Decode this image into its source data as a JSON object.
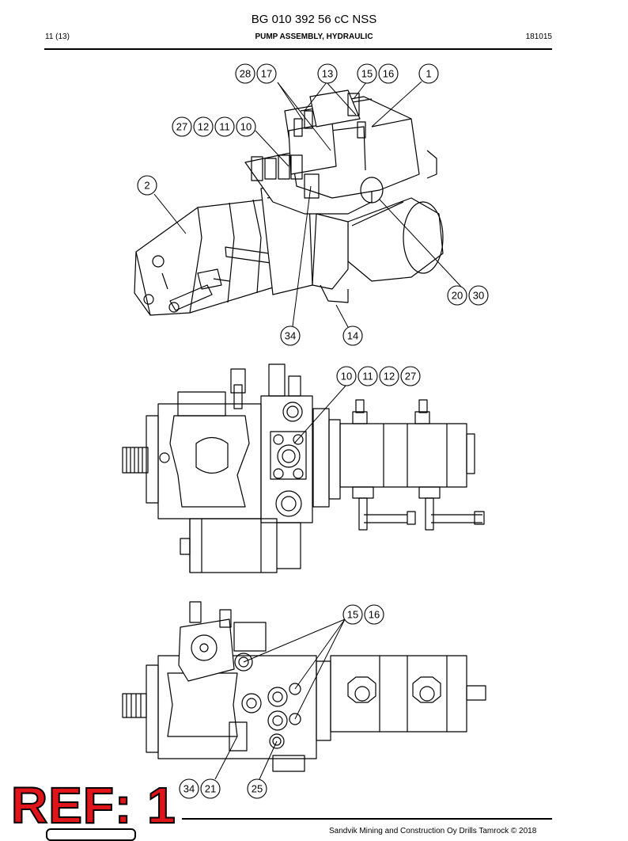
{
  "document": {
    "title": "BG 010 392 56 cC NSS",
    "page": "11 (13)",
    "section": "PUMP ASSEMBLY, HYDRAULIC",
    "code": "181015"
  },
  "callouts": {
    "iso": [
      "28",
      "17",
      "13",
      "15",
      "16",
      "1",
      "27",
      "12",
      "11",
      "10",
      "2",
      "20",
      "30",
      "34",
      "14"
    ],
    "front": [
      "10",
      "11",
      "12",
      "27"
    ],
    "side": [
      "15",
      "16",
      "34",
      "21",
      "25"
    ]
  },
  "stamp": "REF: 1",
  "footer": "Sandvik Mining and Construction Oy Drills Tamrock © 2018",
  "colors": {
    "stamp": "#e0141b"
  }
}
